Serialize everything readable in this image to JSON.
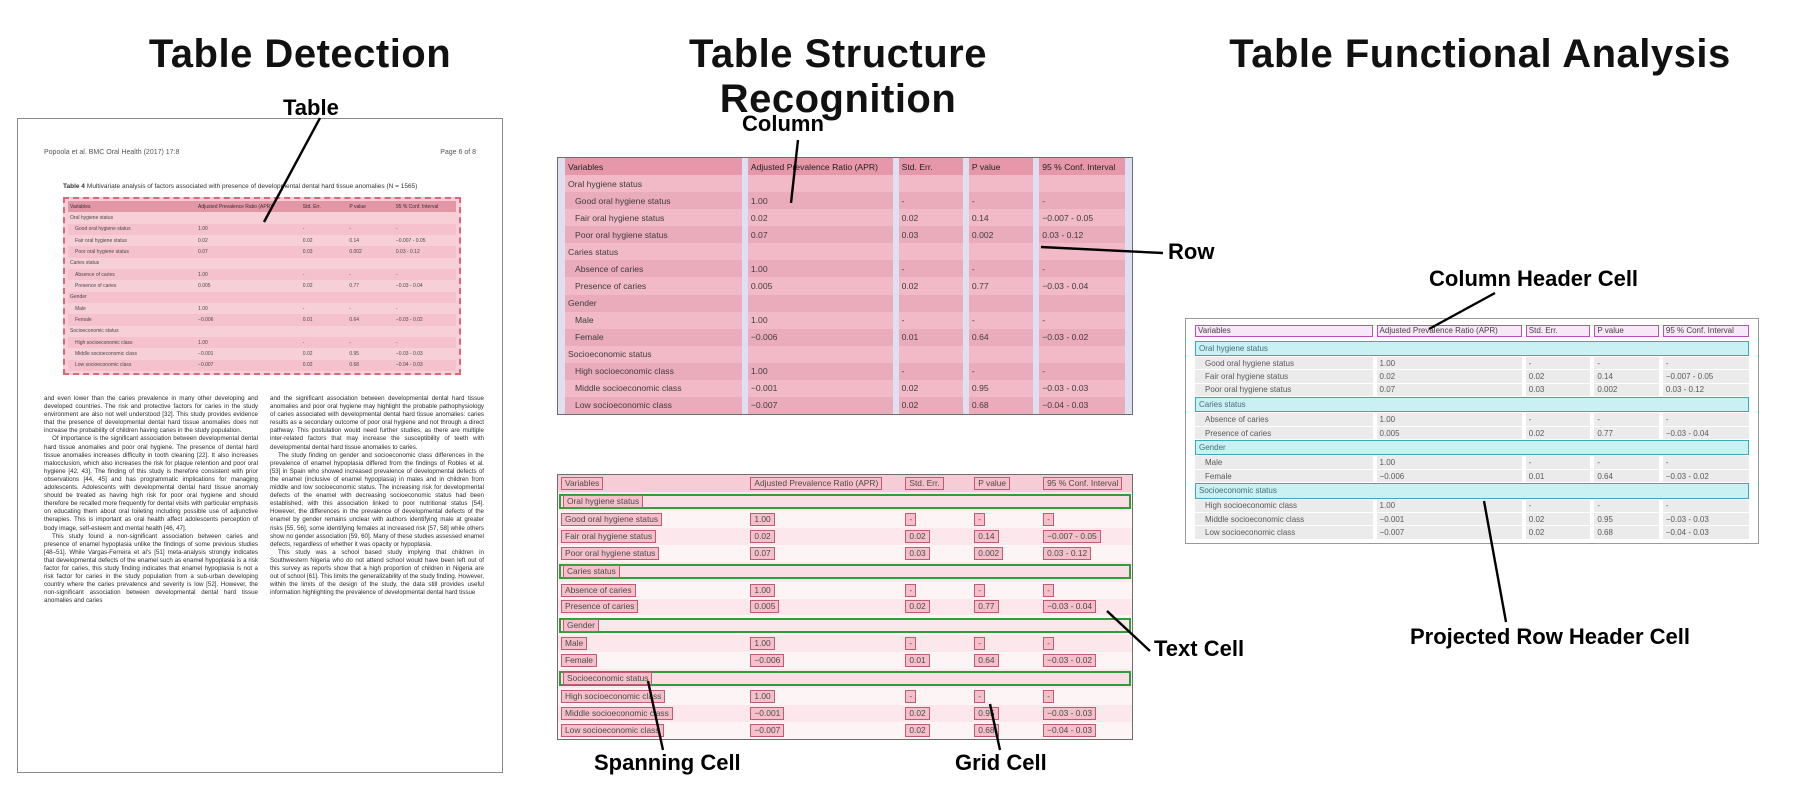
{
  "titles": {
    "detection": "Table Detection",
    "structure": "Table Structure Recognition",
    "functional": "Table Functional Analysis"
  },
  "annotations": {
    "table": "Table",
    "column": "Column",
    "row": "Row",
    "spanning_cell": "Spanning Cell",
    "grid_cell": "Grid Cell",
    "text_cell": "Text Cell",
    "column_header_cell": "Column Header Cell",
    "projected_row_header_cell": "Projected Row Header Cell"
  },
  "document": {
    "header_left": "Popoola et al. BMC Oral Health  (2017) 17:8",
    "header_right": "Page 6 of 8",
    "caption_label": "Table 4",
    "caption_text": "Multivariate analysis of factors associated with presence of developmental dental hard tissue anomalies (N = 1565)",
    "body_col1": [
      "and even lower than the caries prevalence in many other developing and developed countries. The risk and protective factors for caries in the study environment are also not well understood [32]. This study provides evidence that the presence of developmental dental hard tissue anomalies does not increase the probability of children having caries in the study population.",
      "Of importance is the significant association between developmental dental hard tissue anomalies and poor oral hygiene. The presence of dental hard tissue anomalies increases difficulty in tooth cleaning [22]. It also increases malocclusion, which also increases the risk for plaque retention and poor oral hygiene [42, 43]. The finding of this study is therefore consistent with prior observations [44, 45] and has programmatic implications for managing adolescents. Adolescents with developmental dental hard tissue anomaly should be treated as having high risk for poor oral hygiene and should therefore be recalled more frequently for dental visits with particular emphasis on educating them about oral toileting including possible use of adjunctive therapies. This is important as oral health affect adolescents perception of body image, self-esteem and mental health [46, 47].",
      "This study found a non-significant association between caries and presence of enamel hypoplasia unlike the findings of some previous studies [48–51]. While Vargas-Ferreira et al's [51] meta-analysis strongly indicates that developmental defects of the enamel such as enamel hypoplasia is a risk factor for caries, this study finding indicates that enamel hypoplasia is not a risk factor for caries in the study population from a sub-urban developing country where the caries prevalence and severity is low [52]. However, the non-significant association between developmental dental hard tissue anomalies and caries"
    ],
    "body_col2": [
      "and the significant association between developmental dental hard tissue anomalies and poor oral hygiene may highlight the probable pathophysiology of caries associated with developmental dental hard tissue anomalies: caries results as a secondary outcome of poor oral hygiene and not through a direct pathway. This postulation would need further studies, as there are multiple inter-related factors that may increase the susceptibility of teeth with developmental dental hard tissue anomalies to caries.",
      "The study finding on gender and socioeconomic class differences in the prevalence of enamel hypoplasia differed from the findings of Robles et al. [53] in Spain who showed increased prevalence of developmental defects of the enamel (inclusive of enamel hypoplasia) in males and in children from middle and low socioeconomic status. The increasing risk for developmental defects of the enamel with decreasing socioeconomic status had been established, with this association linked to poor nutritional status [54]. However, the differences in the prevalence of developmental defects of the enamel by gender remains unclear with authors identifying male at greater risks [55, 56], some identifying females at increased risk [57, 58] while others show no gender association [59, 60]. Many of these studies assessed enamel defects, regardless of whether it was opacity or hypoplasia.",
      "This study was a school based study implying that children in Southwestern Nigeria who do not attend school would have been left out of this survey as reports show that a high proportion of children in Nigeria are out of school [61]. This limits the generalizability of the study finding. However, within the limits of the design of the study, the data still provides useful information highlighting the prevalence of developmental dental hard tissue"
    ]
  },
  "table": {
    "columns": [
      "Variables",
      "Adjusted Prevalence Ratio (APR)",
      "Std. Err.",
      "P value",
      "95 % Conf. Interval"
    ],
    "rows": [
      {
        "type": "section",
        "label": "Oral hygiene status"
      },
      {
        "type": "data",
        "cells": [
          "Good oral hygiene status",
          "1.00",
          "-",
          "-",
          "-"
        ]
      },
      {
        "type": "data",
        "cells": [
          "Fair oral hygiene status",
          "0.02",
          "0.02",
          "0.14",
          "−0.007 - 0.05"
        ]
      },
      {
        "type": "data",
        "cells": [
          "Poor oral hygiene status",
          "0.07",
          "0.03",
          "0.002",
          "0.03 - 0.12"
        ]
      },
      {
        "type": "section",
        "label": "Caries status"
      },
      {
        "type": "data",
        "cells": [
          "Absence of caries",
          "1.00",
          "-",
          "-",
          "-"
        ]
      },
      {
        "type": "data",
        "cells": [
          "Presence of caries",
          "0.005",
          "0.02",
          "0.77",
          "−0.03 - 0.04"
        ]
      },
      {
        "type": "section",
        "label": "Gender"
      },
      {
        "type": "data",
        "cells": [
          "Male",
          "1.00",
          "-",
          "-",
          "-"
        ]
      },
      {
        "type": "data",
        "cells": [
          "Female",
          "−0.006",
          "0.01",
          "0.64",
          "−0.03 - 0.02"
        ]
      },
      {
        "type": "section",
        "label": "Socioeconomic status"
      },
      {
        "type": "data",
        "cells": [
          "High socioeconomic class",
          "1.00",
          "-",
          "-",
          "-"
        ]
      },
      {
        "type": "data",
        "cells": [
          "Middle socioeconomic class",
          "−0.001",
          "0.02",
          "0.95",
          "−0.03 - 0.03"
        ]
      },
      {
        "type": "data",
        "cells": [
          "Low socioeconomic class",
          "−0.007",
          "0.02",
          "0.68",
          "−0.04 - 0.03"
        ]
      }
    ]
  },
  "colors": {
    "table_highlight_pink": "#f2b8c6",
    "detection_dashed_border": "#dd6677",
    "column_row_background": "#dfdff2",
    "cell_box_border": "#c35a75",
    "spanning_cell_border": "#2f9e38",
    "column_header_fill": "#f7e8f7",
    "column_header_border": "#bb50bb",
    "projected_row_fill": "#c9f0f2",
    "projected_row_border": "#35aeb9"
  }
}
